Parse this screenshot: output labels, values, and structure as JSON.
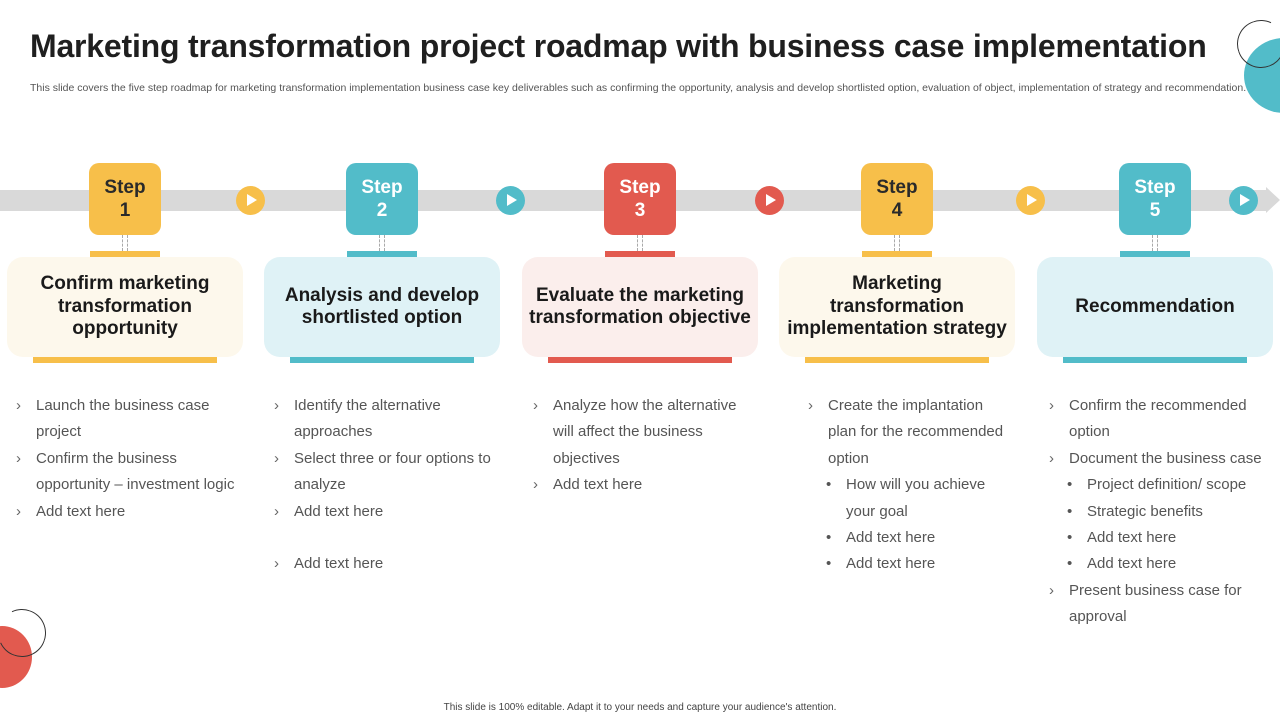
{
  "title": "Marketing transformation project roadmap with business case implementation",
  "subtitle": "This slide covers the five step roadmap for marketing transformation implementation business case key deliverables such as confirming the opportunity, analysis and develop shortlisted option, evaluation of object, implementation of strategy and recommendation.",
  "footer": "This slide is 100% editable. Adapt it to your needs and capture your audience's attention.",
  "colors": {
    "yellow": "#f7bf4a",
    "teal": "#52bcc9",
    "red": "#e25a4f",
    "yellow_card": "#fdf8ec",
    "teal_card": "#dff2f6",
    "red_card": "#fbeeec",
    "road": "#d9d9d9"
  },
  "steps": [
    {
      "step_word": "Step",
      "number": "1",
      "title": "Confirm marketing transformation opportunity",
      "bullets": [
        {
          "text": "Launch the business case project",
          "style": "chev"
        },
        {
          "text": "Confirm the business opportunity – investment logic",
          "style": "chev"
        },
        {
          "text": "Add text here",
          "style": "chev"
        }
      ]
    },
    {
      "step_word": "Step",
      "number": "2",
      "title": "Analysis and develop shortlisted option",
      "bullets": [
        {
          "text": "Identify the alternative approaches",
          "style": "chev"
        },
        {
          "text": "Select three or four options to analyze",
          "style": "chev"
        },
        {
          "text": "Add text here",
          "style": "chev"
        },
        {
          "text": "Add text here",
          "style": "chev gap"
        }
      ]
    },
    {
      "step_word": "Step",
      "number": "3",
      "title": "Evaluate the marketing transformation objective",
      "bullets": [
        {
          "text": "Analyze how the alternative will affect the business objectives",
          "style": "chev"
        },
        {
          "text": "Add text here",
          "style": "chev"
        }
      ]
    },
    {
      "step_word": "Step",
      "number": "4",
      "title": "Marketing transformation implementation strategy",
      "bullets": [
        {
          "text": "Create the implantation plan for the recommended option",
          "style": "chev"
        },
        {
          "text": "How will you achieve your goal",
          "style": "dot"
        },
        {
          "text": "Add text here",
          "style": "dot"
        },
        {
          "text": "Add text here",
          "style": "dot"
        }
      ]
    },
    {
      "step_word": "Step",
      "number": "5",
      "title": "Recommendation",
      "bullets": [
        {
          "text": "Confirm the recommended option",
          "style": "chev"
        },
        {
          "text": "Document the business case",
          "style": "chev"
        },
        {
          "text": "Project definition/ scope",
          "style": "dot"
        },
        {
          "text": "Strategic benefits",
          "style": "dot"
        },
        {
          "text": "Add text here",
          "style": "dot"
        },
        {
          "text": "Add text here",
          "style": "dot"
        },
        {
          "text": "Present business case for approval",
          "style": "chev"
        }
      ]
    }
  ]
}
